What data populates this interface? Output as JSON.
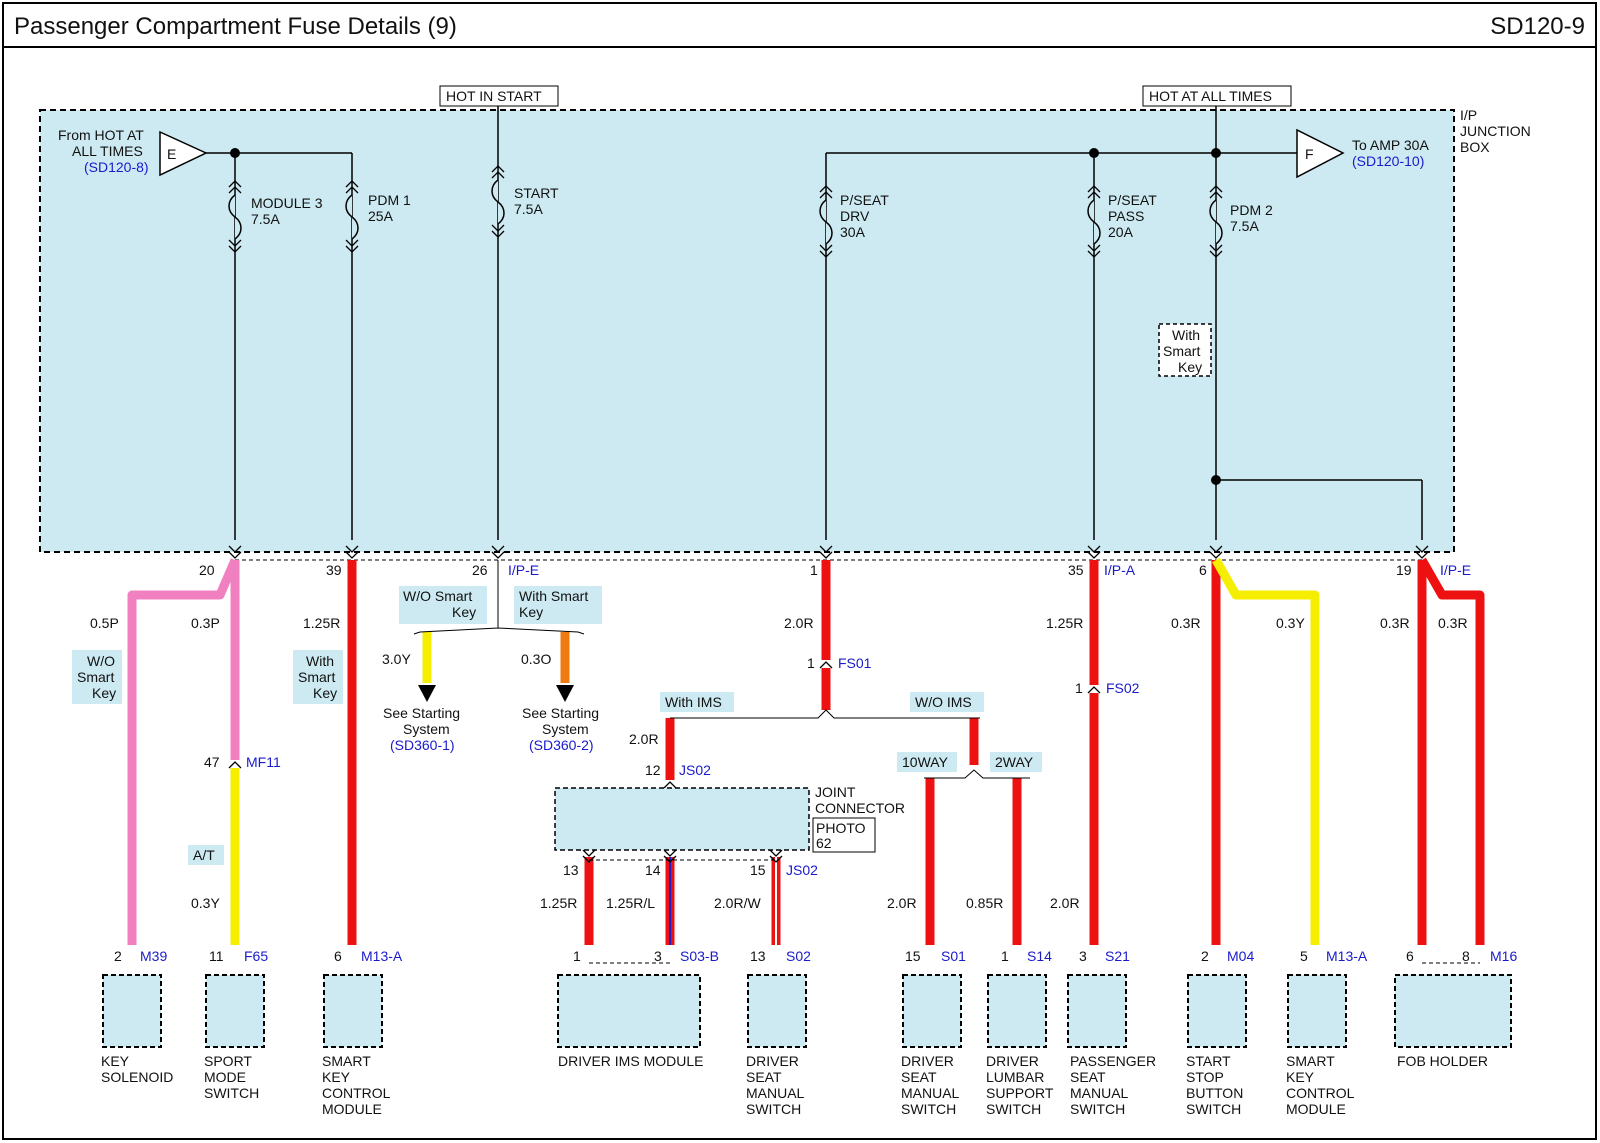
{
  "header": {
    "title": "Passenger Compartment Fuse Details (9)",
    "code": "SD120-9"
  },
  "power": {
    "hot_start": "HOT IN START",
    "hot_all": "HOT AT ALL TIMES"
  },
  "jbox": {
    "l1": "I/P",
    "l2": "JUNCTION",
    "l3": "BOX"
  },
  "from_e": {
    "l1": "From HOT AT",
    "l2": "ALL TIMES",
    "ref": "(SD120-8)",
    "letter": "E"
  },
  "to_f": {
    "l1": "To AMP 30A",
    "ref": "(SD120-10)",
    "letter": "F"
  },
  "fuses": [
    {
      "l1": "MODULE 3",
      "l2": "7.5A",
      "l3": ""
    },
    {
      "l1": "PDM 1",
      "l2": "25A",
      "l3": ""
    },
    {
      "l1": "START",
      "l2": "7.5A",
      "l3": ""
    },
    {
      "l1": "P/SEAT",
      "l2": "DRV",
      "l3": "30A"
    },
    {
      "l1": "P/SEAT",
      "l2": "PASS",
      "l3": "20A"
    },
    {
      "l1": "PDM 2",
      "l2": "7.5A",
      "l3": ""
    }
  ],
  "with_smart_key_box": {
    "l1": "With",
    "l2": "Smart",
    "l3": "Key"
  },
  "pins": {
    "p20": "20",
    "p39": "39",
    "p26": "26",
    "ipe": "I/P-E",
    "p1": "1",
    "p35": "35",
    "ipa": "I/P-A",
    "p6": "6",
    "p19": "19",
    "ipe2": "I/P-E"
  },
  "wires": {
    "w05p": "0.5P",
    "w03p": "0.3P",
    "w125r_a": "1.25R",
    "w30y": "3.0Y",
    "w03o": "0.3O",
    "w20r_a": "2.0R",
    "w20r_b": "2.0R",
    "w125r_b": "1.25R",
    "w03r_a": "0.3R",
    "w03y": "0.3Y",
    "w03r_b": "0.3R",
    "w03r_c": "0.3R",
    "w03y_b": "0.3Y",
    "w125r_c": "1.25R",
    "w125rl": "1.25R/L",
    "w20rw": "2.0R/W",
    "w20r_c": "2.0R",
    "w085r": "0.85R",
    "w20r_d": "2.0R"
  },
  "options": {
    "wo_smart_key": {
      "l1": "W/O",
      "l2": "Smart",
      "l3": "Key"
    },
    "with_smart_key": {
      "l1": "With",
      "l2": "Smart",
      "l3": "Key"
    },
    "wo_smart_key2": {
      "l1": "W/O Smart",
      "l2": "Key"
    },
    "with_smart_key2": {
      "l1": "With Smart",
      "l2": "Key"
    },
    "with_ims": "With IMS",
    "wo_ims": "W/O IMS",
    "tenway": "10WAY",
    "twoway": "2WAY",
    "at": "A/T"
  },
  "starting": [
    {
      "l1": "See Starting",
      "l2": "System",
      "ref": "(SD360-1)"
    },
    {
      "l1": "See Starting",
      "l2": "System",
      "ref": "(SD360-2)"
    }
  ],
  "connectors": {
    "fs01_pin": "1",
    "fs01": "FS01",
    "fs02_pin": "1",
    "fs02": "FS02",
    "mf11_pin": "47",
    "mf11": "MF11",
    "js02_pin": "12",
    "js02": "JS02",
    "j13": "13",
    "j14": "14",
    "j15": "15",
    "js02b": "JS02"
  },
  "joint": {
    "l1": "JOINT",
    "l2": "CONNECTOR",
    "photo1": "PHOTO",
    "photo2": "62"
  },
  "components": [
    {
      "pin": "2",
      "conn": "M39",
      "l1": "KEY",
      "l2": "SOLENOID",
      "l3": "",
      "l4": ""
    },
    {
      "pin": "11",
      "conn": "F65",
      "l1": "SPORT",
      "l2": "MODE",
      "l3": "SWITCH",
      "l4": ""
    },
    {
      "pin": "6",
      "conn": "M13-A",
      "l1": "SMART",
      "l2": "KEY",
      "l3": "CONTROL",
      "l4": "MODULE"
    },
    {
      "pin": "1",
      "pin2": "3",
      "conn": "S03-B",
      "l1": "DRIVER IMS MODULE",
      "l2": "",
      "l3": "",
      "l4": ""
    },
    {
      "pin": "13",
      "conn": "S02",
      "l1": "DRIVER",
      "l2": "SEAT",
      "l3": "MANUAL",
      "l4": "SWITCH"
    },
    {
      "pin": "15",
      "conn": "S01",
      "l1": "DRIVER",
      "l2": "SEAT",
      "l3": "MANUAL",
      "l4": "SWITCH"
    },
    {
      "pin": "1",
      "conn": "S14",
      "l1": "DRIVER",
      "l2": "LUMBAR",
      "l3": "SUPPORT",
      "l4": "SWITCH"
    },
    {
      "pin": "3",
      "conn": "S21",
      "l1": "PASSENGER",
      "l2": "SEAT",
      "l3": "MANUAL",
      "l4": "SWITCH"
    },
    {
      "pin": "2",
      "conn": "M04",
      "l1": "START",
      "l2": "STOP",
      "l3": "BUTTON",
      "l4": "SWITCH"
    },
    {
      "pin": "5",
      "conn": "M13-A",
      "l1": "SMART",
      "l2": "KEY",
      "l3": "CONTROL",
      "l4": "MODULE"
    },
    {
      "pin": "6",
      "pin2": "8",
      "conn": "M16",
      "l1": "FOB HOLDER",
      "l2": "",
      "l3": "",
      "l4": ""
    }
  ],
  "colors": {
    "red": "#ee1111",
    "pink": "#f080c0",
    "yellow": "#f5ee00",
    "orange": "#f07a10",
    "box": "#cdeaf2",
    "blue": "#1a1acc"
  }
}
